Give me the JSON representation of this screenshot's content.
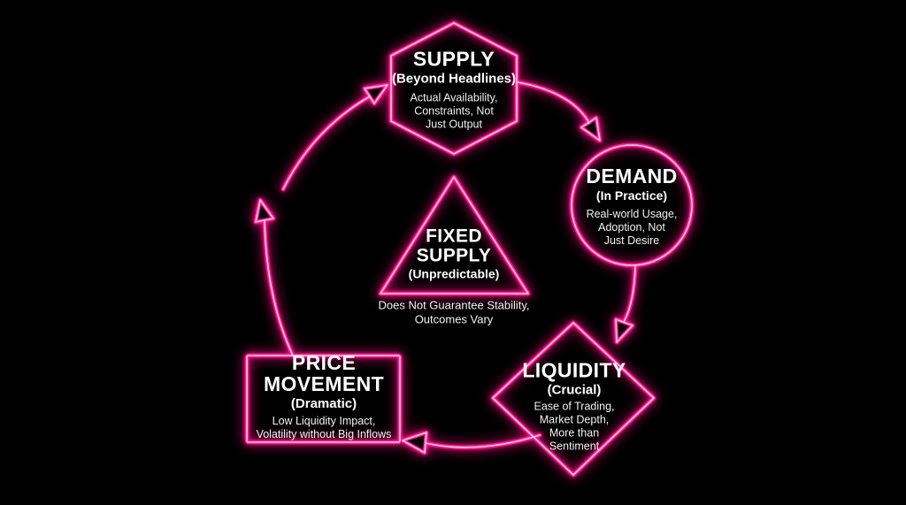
{
  "canvas": {
    "background": "#000000",
    "neon_pink": "#ff1a8c",
    "neon_glow": "#cf0068",
    "neon_core": "#ffd9ec",
    "text_color": "#ffffff"
  },
  "nodes": {
    "supply": {
      "shape": "hexagon",
      "title": "SUPPLY",
      "subtitle": "(Beyond Headlines)",
      "description": "Actual Availability,\nConstraints, Not\nJust Output"
    },
    "demand": {
      "shape": "circle",
      "title": "DEMAND",
      "subtitle": "(In Practice)",
      "description": "Real-world Usage,\nAdoption, Not\nJust Desire"
    },
    "liquidity": {
      "shape": "diamond",
      "title": "LIQUIDITY",
      "subtitle": "(Crucial)",
      "description": "Ease of Trading,\nMarket Depth,\nMore than\nSentiment"
    },
    "price_movement": {
      "shape": "rectangle",
      "title": "PRICE\nMOVEMENT",
      "subtitle": "(Dramatic)",
      "description": "Low Liquidity Impact,\nVolatility without Big Inflows"
    },
    "fixed_supply": {
      "shape": "triangle",
      "title": "FIXED\nSUPPLY",
      "subtitle": "(Unpredictable)",
      "description": "Does Not Guarantee Stability,\nOutcomes Vary"
    }
  },
  "arrows": {
    "supply_to_demand": "supply → demand",
    "demand_to_liquidity": "demand → liquidity",
    "liquidity_to_price": "liquidity → price movement",
    "price_to_supply_lower": "price movement → supply (lower segment)",
    "price_to_supply_upper": "price movement → supply (upper segment)"
  }
}
